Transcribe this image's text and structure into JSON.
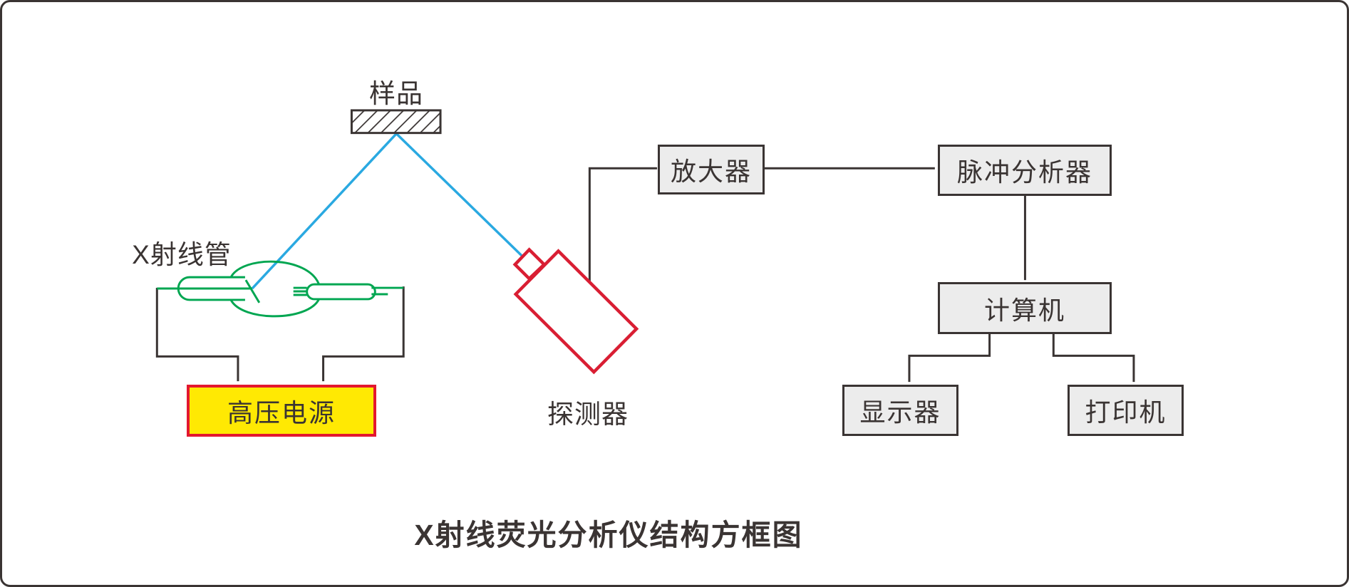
{
  "title": "X射线荧光分析仪结构方框图",
  "labels": {
    "sample": "样品",
    "xray_tube": "X射线管",
    "detector": "探测器"
  },
  "boxes": {
    "power_supply": "高压电源",
    "amplifier": "放大器",
    "pulse_analyzer": "脉冲分析器",
    "computer": "计算机",
    "display": "显示器",
    "printer": "打印机"
  },
  "colors": {
    "line_dark": "#3a3433",
    "box_fill": "#ececec",
    "power_fill": "#ffe903",
    "power_border_red": "#e3172f",
    "detector_red": "#d91e33",
    "beam_blue": "#2aa9e1",
    "tube_green": "#00a651",
    "background": "#ffffff"
  }
}
